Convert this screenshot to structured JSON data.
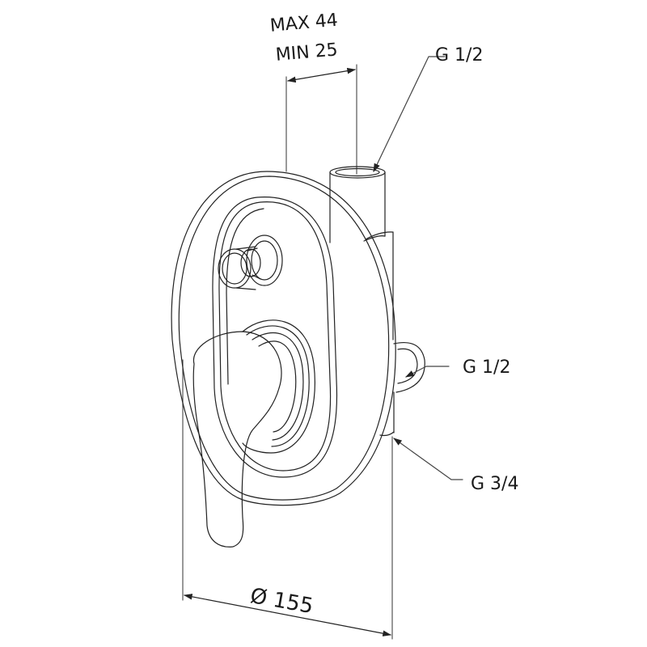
{
  "drawing": {
    "title": "Concealed shower mixer with diverter – dimensional drawing",
    "subject": "Wall-mounted single-lever mixer with round escutcheon, diverter knob and lever handle",
    "line_color": "#222222",
    "background": "#ffffff"
  },
  "dimensions": {
    "depth_max": "MAX 44",
    "depth_min": "MIN 25",
    "diameter": "Ø 155"
  },
  "connections": {
    "top_outlet": "G 1/2",
    "side_outlet": "G 1/2",
    "bottom_inlet": "G 3/4"
  }
}
